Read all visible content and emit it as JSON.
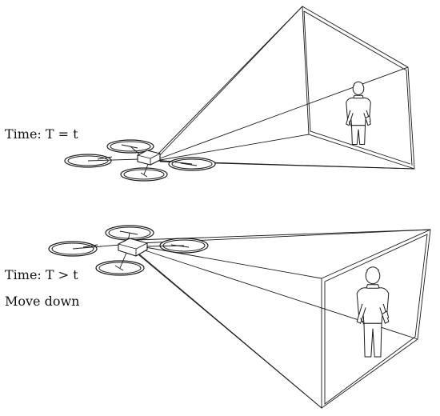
{
  "labels": {
    "time_top": "Time: T = t",
    "time_bottom": "Time: T > t",
    "move_down": "Move down"
  }
}
